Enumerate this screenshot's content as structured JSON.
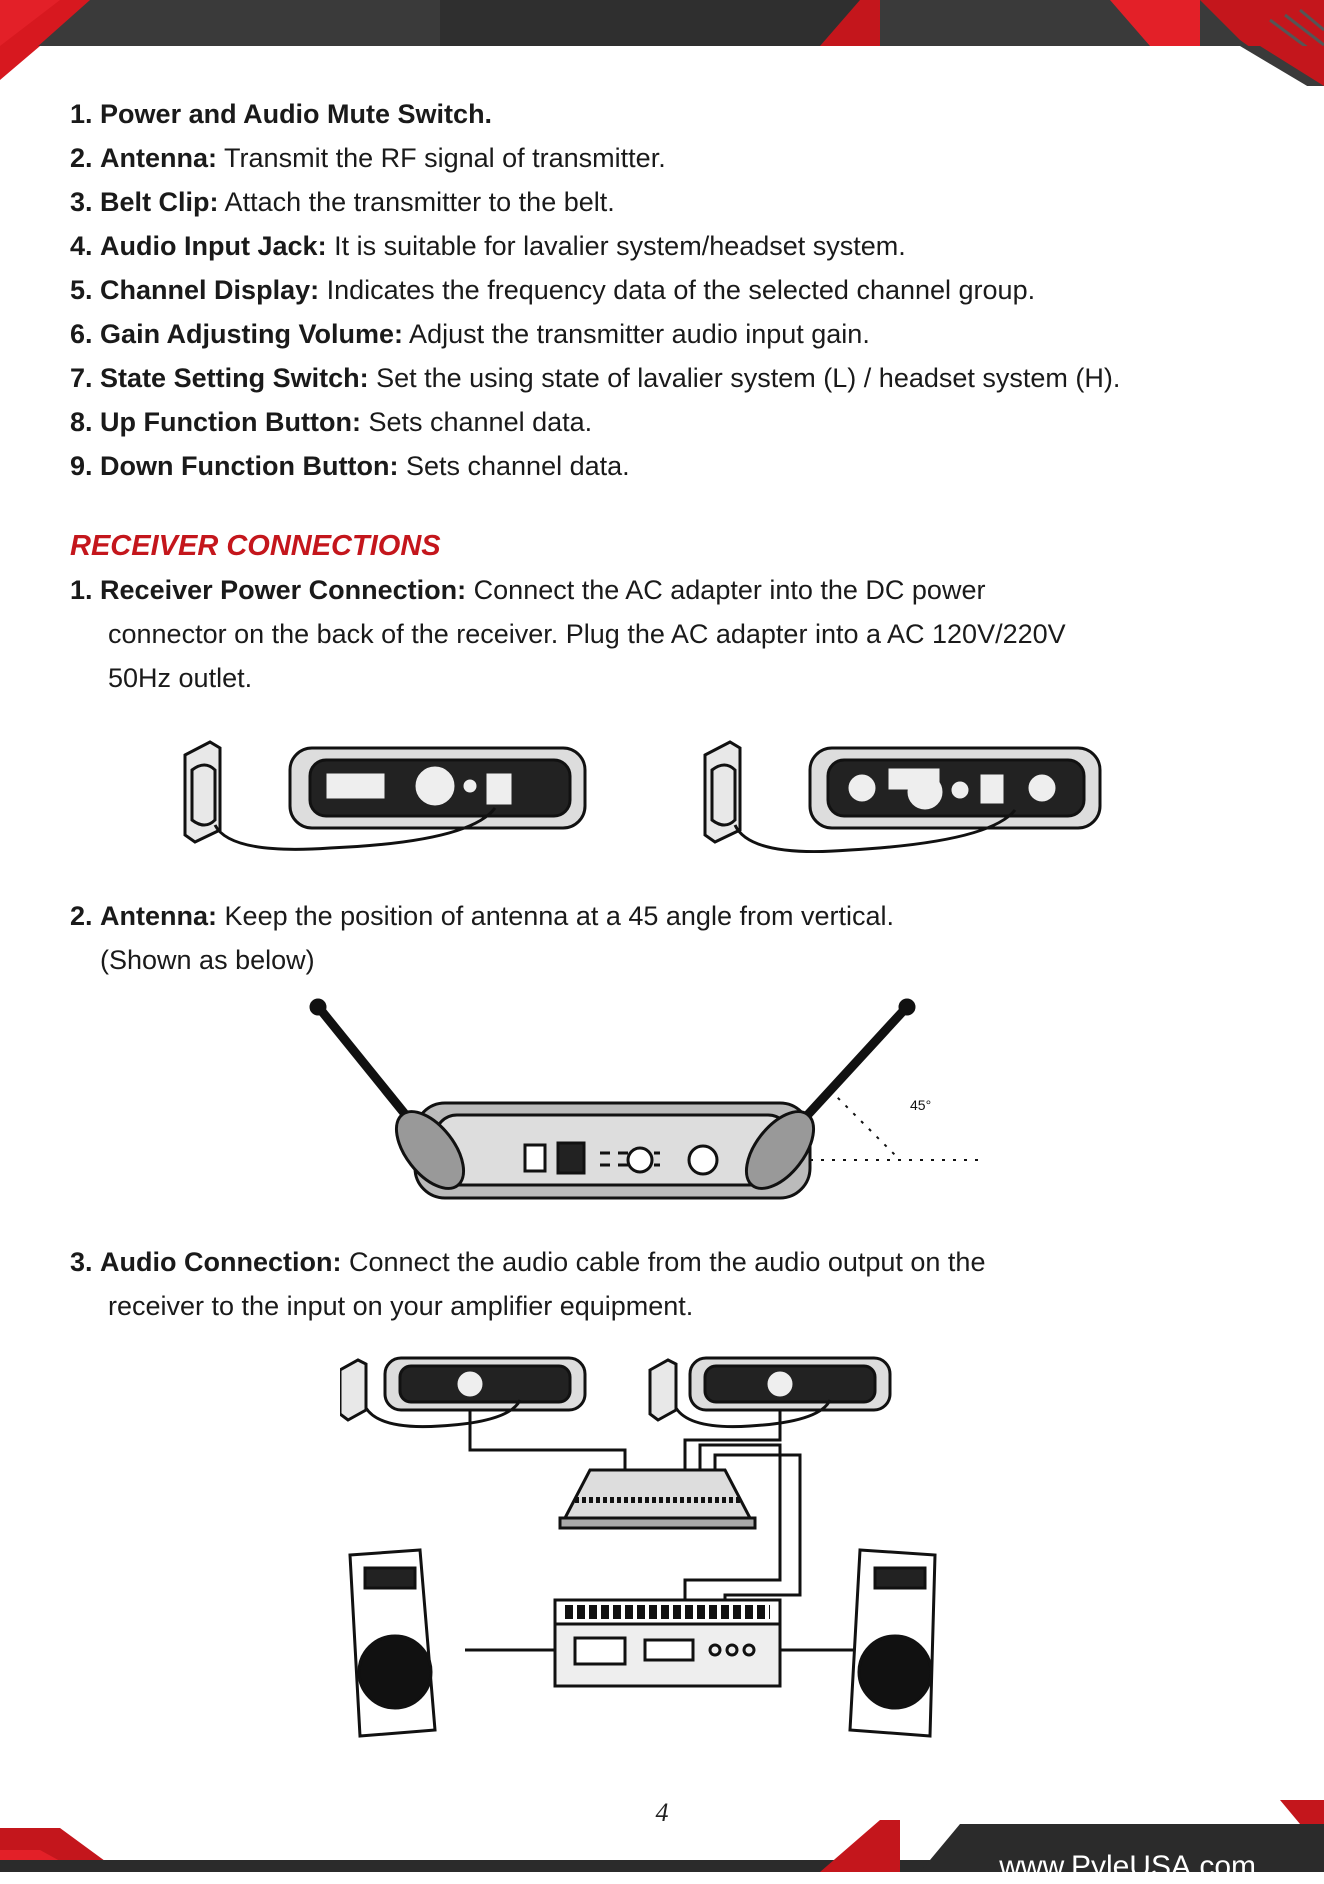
{
  "colors": {
    "accent": "#c4161c",
    "dark": "#2b2b2b",
    "text": "#1a1a1a"
  },
  "transmitter_parts": [
    {
      "num": "1.",
      "term": "Power and Audio Mute Switch.",
      "desc": ""
    },
    {
      "num": "2.",
      "term": "Antenna:",
      "desc": " Transmit the RF signal of transmitter."
    },
    {
      "num": "3.",
      "term": "Belt Clip:",
      "desc": " Attach the transmitter to the belt."
    },
    {
      "num": "4.",
      "term": "Audio Input Jack:",
      "desc": " It is suitable for lavalier system/headset system."
    },
    {
      "num": "5.",
      "term": "Channel Display:",
      "desc": " Indicates the frequency data of the selected channel group."
    },
    {
      "num": "6.",
      "term": "Gain Adjusting Volume:",
      "desc": " Adjust the transmitter audio input gain."
    },
    {
      "num": "7.",
      "term": "State Setting Switch:",
      "desc": " Set the using state of lavalier system (L) / headset system (H)."
    },
    {
      "num": "8.",
      "term": "Up Function Button:",
      "desc": " Sets channel data."
    },
    {
      "num": "9.",
      "term": "Down Function Button:",
      "desc": " Sets channel data."
    }
  ],
  "section_title": "RECEIVER CONNECTIONS",
  "receiver_power": {
    "num": "1.",
    "term": "Receiver Power Connection:",
    "line1": " Connect the AC adapter into the DC power",
    "line2": "connector on the back of the receiver. Plug the AC adapter into a AC 120V/220V",
    "line3": "50Hz outlet."
  },
  "antenna": {
    "num": "2.",
    "term": "Antenna:",
    "line1": " Keep the position of antenna at a 45 angle from vertical.",
    "line2": "(Shown as below)",
    "angle_label": "45°"
  },
  "audio_connection": {
    "num": "3.",
    "term": "Audio Connection:",
    "line1": " Connect the audio cable from the audio output on the",
    "line2": "receiver to the input on your amplifier equipment."
  },
  "page_number": "4",
  "website": "www.PyleUSA.com"
}
